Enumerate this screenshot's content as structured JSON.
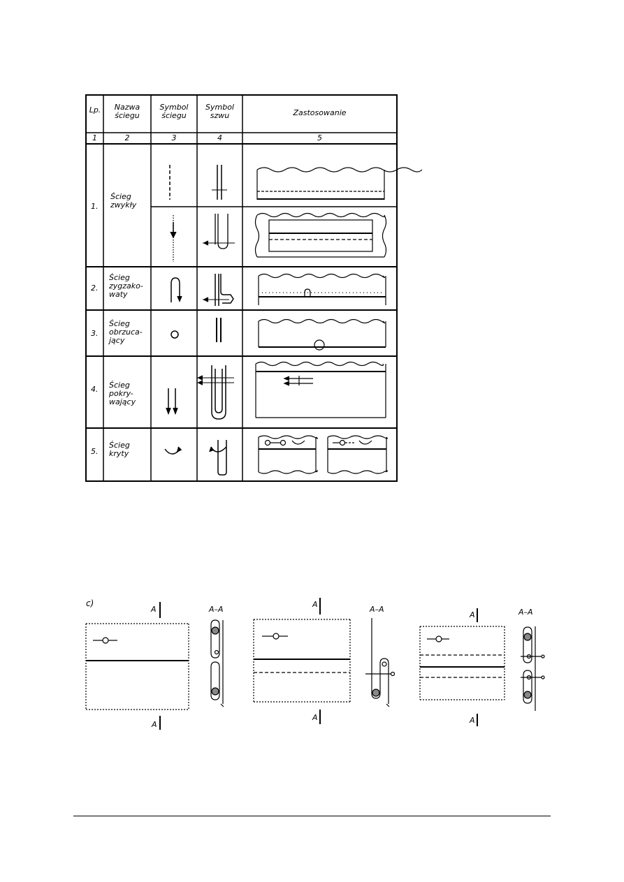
{
  "table": {
    "headers": {
      "lp": "Lp.",
      "name": [
        "Nazwa",
        "ściegu"
      ],
      "stitch_symbol": [
        "Symbol",
        "ściegu"
      ],
      "seam_symbol": [
        "Symbol",
        "szwu"
      ],
      "use": "Zastosowanie"
    },
    "col_numbers": [
      "1",
      "2",
      "3",
      "4",
      "5"
    ],
    "rows": [
      {
        "number": "1.",
        "name": [
          "Ścieg",
          "zwykły"
        ]
      },
      {
        "number": "2.",
        "name": [
          "Ścieg",
          "zygzako-",
          "waty"
        ]
      },
      {
        "number": "3.",
        "name": [
          "Ścieg",
          "obrzuca-",
          "jący"
        ]
      },
      {
        "number": "4.",
        "name": [
          "Ścieg",
          "pokry-",
          "wający"
        ]
      },
      {
        "number": "5.",
        "name": [
          "Ścieg",
          "kryty"
        ]
      }
    ]
  },
  "figure_c": {
    "label": "c)",
    "section_mark": "A",
    "section_label": "A–A"
  }
}
